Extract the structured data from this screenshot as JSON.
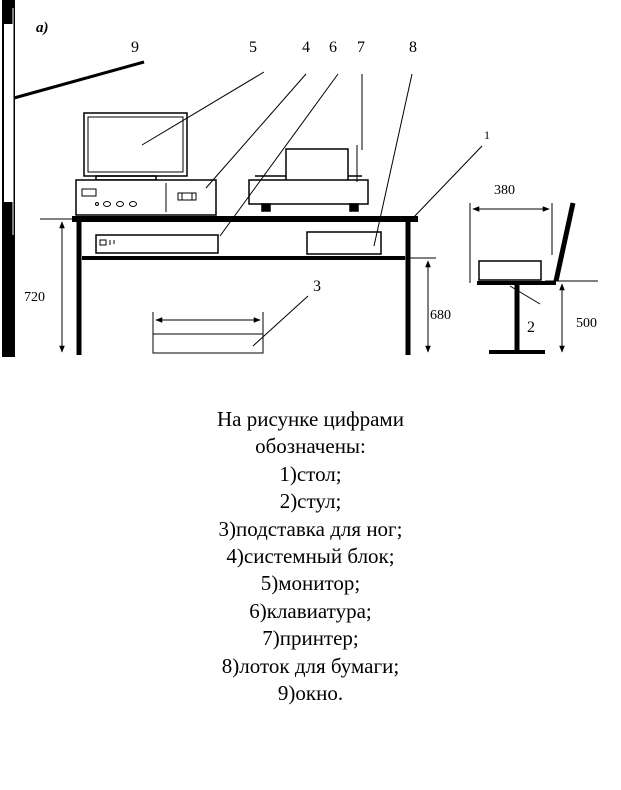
{
  "figure": {
    "panel_label": "а)",
    "callouts": {
      "window": "9",
      "monitor": "5",
      "system_unit": "4",
      "keyboard": "6",
      "printer": "7",
      "paper_tray": "8",
      "table": "1",
      "footrest": "3",
      "chair": "2"
    },
    "dimensions": {
      "table_height": "720",
      "shelf_height": "680",
      "chair_width": "380",
      "seat_height": "500"
    }
  },
  "caption": {
    "lines": [
      "На рисунке цифрами",
      "обозначены:",
      "1)стол;",
      "2)стул;",
      "3)подставка для ног;",
      "4)системный блок;",
      "5)монитор;",
      "6)клавиатура;",
      "7)принтер;",
      "8)лоток для бумаги;",
      "9)окно."
    ]
  }
}
